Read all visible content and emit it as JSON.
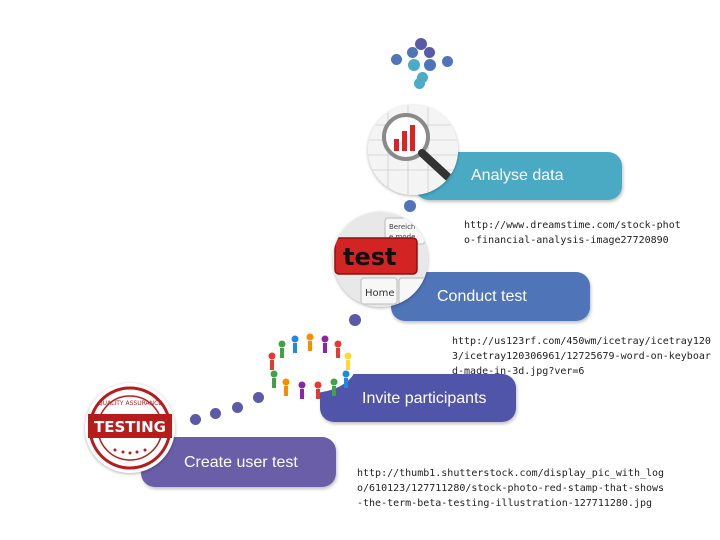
{
  "colors": {
    "analyse": "#4aaac4",
    "conduct": "#4f74b7",
    "invite": "#5155aa",
    "create": "#6b5ea8",
    "dot_light": "#4cabc6",
    "dot_mid": "#4f74b7",
    "dot_dark": "#5a5aa8"
  },
  "steps": {
    "analyse": {
      "label": "Analyse data",
      "url": "http://www.dreamstime.com/stock-photo-financial-analysis-image27720890",
      "icon": "magnifier-chart-icon"
    },
    "conduct": {
      "label": "Conduct test",
      "url": "http://us123rf.com/450wm/icetray/icetray1203/icetray120306961/12725679-word-on-keyboard-made-in-3d.jpg?ver=6",
      "icon": "keyboard-test-key-icon"
    },
    "invite": {
      "label": "Invite participants",
      "url": "",
      "icon": "people-ring-icon"
    },
    "create": {
      "label": "Create user test",
      "url": "http://thumb1.shutterstock.com/display_pic_with_logo/610123/127711280/stock-photo-red-stamp-that-shows-the-term-beta-testing-illustration-127711280.jpg",
      "icon": "testing-stamp-icon"
    }
  },
  "keyboard_image": {
    "key_text": "test",
    "small_text_1": "Bereich",
    "small_text_2": "e.mode",
    "home_key": "Home"
  },
  "stamp_image": {
    "text": "TESTING",
    "ring_text": "QUALITY ASSURANCE"
  }
}
